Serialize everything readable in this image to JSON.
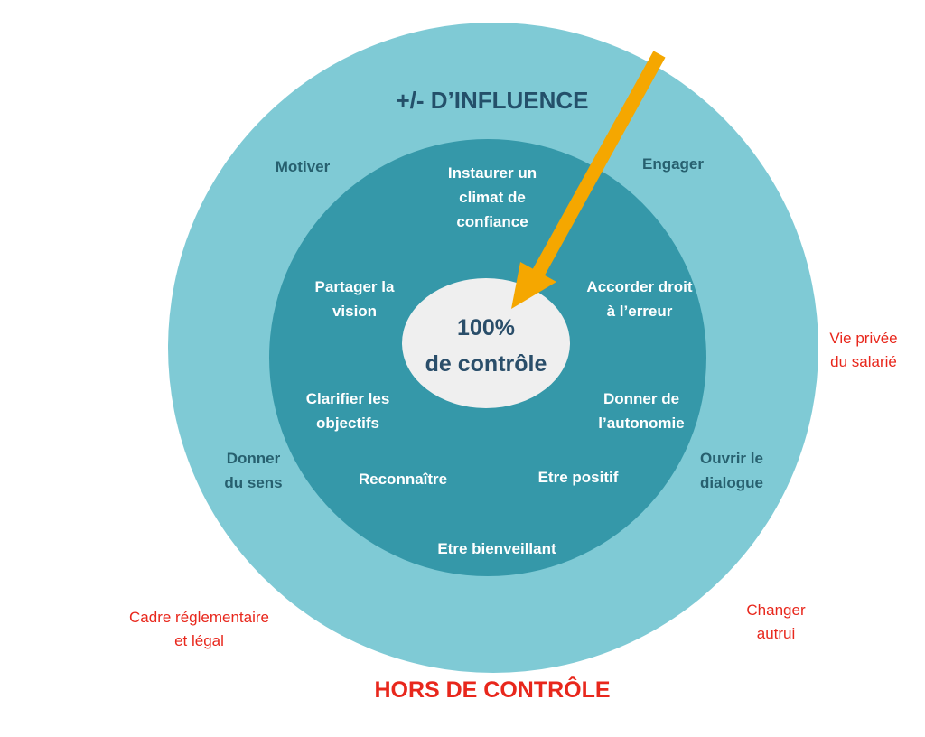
{
  "colors": {
    "outer_ring": "#7fcad5",
    "inner_ring": "#3598a9",
    "center": "#efefef",
    "arrow": "#f5a700",
    "out_of_control_text": "#e8271c"
  },
  "influence_title": "+/- D’INFLUENCE",
  "center": {
    "line1": "100%",
    "line2": "de contrôle"
  },
  "inner_items": {
    "climat": "Instaurer un\nclimat de\nconfiance",
    "vision": "Partager la\nvision",
    "erreur": "Accorder droit\nà l’erreur",
    "objectifs": "Clarifier les\nobjectifs",
    "autonomie": "Donner de\nl’autonomie",
    "reconnaitre": "Reconnaître",
    "positif": "Etre positif",
    "bienveillant": "Etre bienveillant"
  },
  "outer_items": {
    "motiver": "Motiver",
    "engager": "Engager",
    "sens": "Donner\ndu sens",
    "dialogue": "Ouvrir le\ndialogue"
  },
  "out_of_control_items": {
    "vie_privee": "Vie privée\ndu salarié",
    "cadre": "Cadre réglementaire\net légal",
    "changer": "Changer\nautrui"
  },
  "hors_controle": "HORS DE CONTRÔLE",
  "arrow_icon": "arrow-down-left-icon"
}
